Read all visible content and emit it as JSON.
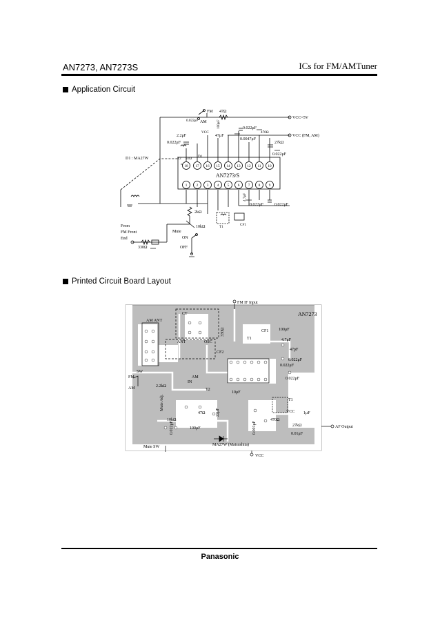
{
  "header": {
    "left": "AN7273, AN7273S",
    "right": "ICs for FM/AMTuner"
  },
  "sections": {
    "application": "Application Circuit",
    "pcb": "Printed Circuit Board Layout"
  },
  "circuit": {
    "ic_name": "AN7273/S",
    "pins_top": [
      "18",
      "17",
      "16",
      "15",
      "14",
      "13",
      "12",
      "11",
      "10"
    ],
    "pins_bottom": [
      "1",
      "2",
      "3",
      "4",
      "5",
      "6",
      "7",
      "8",
      "9"
    ],
    "labels": {
      "fm": "FM",
      "am": "AM",
      "r47": "47Ω",
      "vcc5": "VCC=5V",
      "vcc_fm_am": "VCC (FM, AM)",
      "c022_1": "0.022μF",
      "r470": "470Ω",
      "r27k": "27kΩ",
      "c0047": "0.0047μF",
      "c022_2": "0.022μF",
      "c022_left": "0.022μF",
      "c22u": "2.2μF",
      "c47u": "47μF",
      "vcc_small": "VCC",
      "d1": "D1 : MA27W",
      "t2": "T2",
      "r51": "51Ω",
      "d1s": "D1",
      "c022_bot1": "0.022μF",
      "c022_bot2": "0.022μF",
      "c47ub": "4.7μF",
      "r2k": "2kΩ",
      "r10k": "10kΩ",
      "t1": "T1",
      "cf1": "CF1",
      "from": "From",
      "fm_front": "FM Front",
      "end": "End",
      "r330": "330Ω",
      "mute": "Mute",
      "on": "ON",
      "off": "OFF",
      "c100u": "100μF",
      "c022u": "0.022μF"
    }
  },
  "pcb": {
    "title": "AN7273",
    "labels": {
      "fm_if": "FM IF Input",
      "ct": "CT",
      "am_ant": "AM ANT",
      "ant": "ANT",
      "osc": "OSC",
      "r330": "330Ω",
      "cf1": "CF1",
      "t1": "T1",
      "cf2": "CF2",
      "c100u": "100μF",
      "c47u": "4.7μF",
      "c47p": "47pF",
      "c022a": "0.022μF",
      "c022b": "0.022μF",
      "c022c": "0.022μF",
      "sw": "SW",
      "fm": "FM",
      "am": "AM",
      "am2": "AM",
      "in": "IN",
      "r22k": "2.2kΩ",
      "t2": "T2",
      "c10u": "10μF",
      "mute_adj": "Mute Adj.",
      "r10k": "10kΩ",
      "r47": "47Ω",
      "c22u": "22μF",
      "c100u2": "100μF",
      "c0022": "0.022μF",
      "c001": "0.001μF",
      "vcc": "VCC",
      "c1u": "1μF",
      "r27k": "27kΩ",
      "c001b": "0.01μF",
      "af": "AF Output",
      "r470": "470Ω",
      "t1b": "T1",
      "mute_sw": "Mute SW",
      "diode": "MA27W (Matsushita)",
      "vcc_bot": "VCC"
    }
  },
  "footer": {
    "brand": "Panasonic"
  }
}
